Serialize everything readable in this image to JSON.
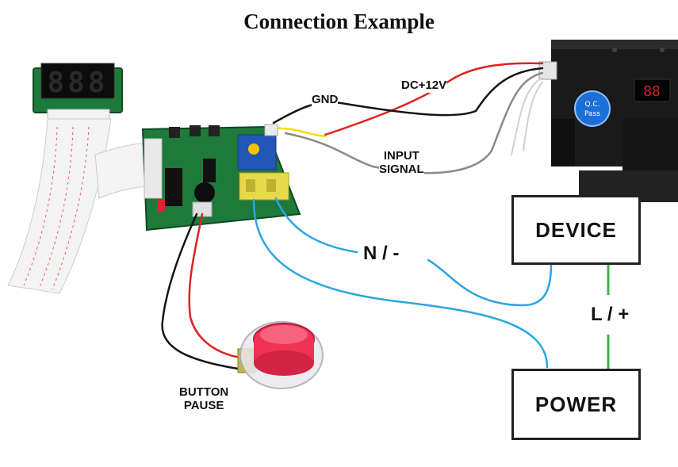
{
  "diagram": {
    "title": "Connection Example",
    "labels": {
      "gnd": "GND",
      "dc12v": "DC+12V",
      "input_signal_line1": "INPUT",
      "input_signal_line2": "SIGNAL",
      "neutral": "N / -",
      "live": "L / +",
      "button_line1": "BUTTON",
      "button_line2": "PAUSE"
    },
    "boxes": {
      "device": "DEVICE",
      "power": "POWER"
    },
    "display": {
      "digits": "888"
    },
    "coin_acceptor": {
      "badge_line1": "Q.C.",
      "badge_line2": "Pass",
      "display_digits": "88"
    }
  },
  "colors": {
    "wire_blue": "#2aa6e0",
    "wire_green": "#3cb44b",
    "wire_red": "#e02020",
    "wire_black": "#151515",
    "wire_gray": "#8a8a8a",
    "wire_yellow": "#f0e000",
    "pcb_green": "#1e7a3a",
    "relay_blue": "#2456b8",
    "button_red": "#ee3355"
  }
}
